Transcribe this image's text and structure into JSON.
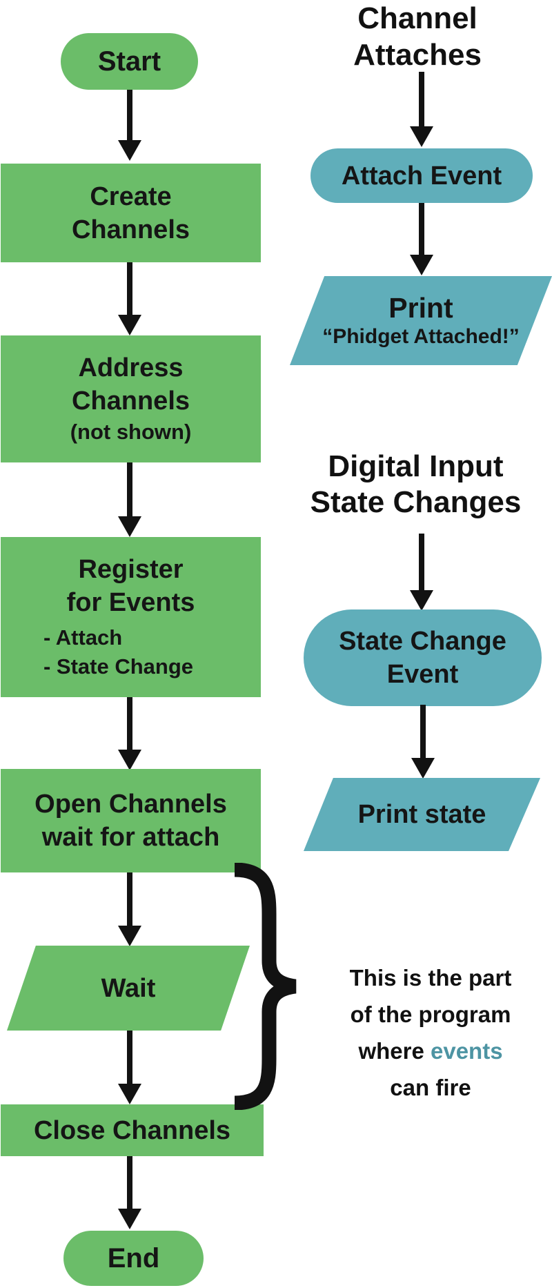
{
  "colors": {
    "node_green": "#6bbd69",
    "node_teal": "#60aeba",
    "events_text_teal": "#4d94a3",
    "ink": "#121212"
  },
  "left_flow": {
    "start_label": "Start",
    "create_channels": [
      "Create",
      "Channels"
    ],
    "address_channels": {
      "lines": [
        "Address",
        "Channels"
      ],
      "note": "(not shown)"
    },
    "register_for_events": {
      "lines": [
        "Register",
        "for Events"
      ],
      "items": [
        "- Attach",
        "- State Change"
      ]
    },
    "open_channels": [
      "Open Channels",
      "wait for attach"
    ],
    "wait_label": "Wait",
    "close_channels_label": "Close Channels",
    "end_label": "End"
  },
  "right_flow": {
    "attach_trigger": [
      "Channel",
      "Attaches"
    ],
    "attach_event_label": "Attach Event",
    "print_attached": [
      "Print",
      "“Phidget Attached!”"
    ],
    "state_trigger": [
      "Digital Input",
      "State Changes"
    ],
    "state_change_event": [
      "State Change",
      "Event"
    ],
    "print_state_label": "Print state"
  },
  "annotation": {
    "line1": "This is the part",
    "line2": "of the program",
    "line3_prefix": "where",
    "line3_highlight": "events",
    "line4": "can fire"
  }
}
